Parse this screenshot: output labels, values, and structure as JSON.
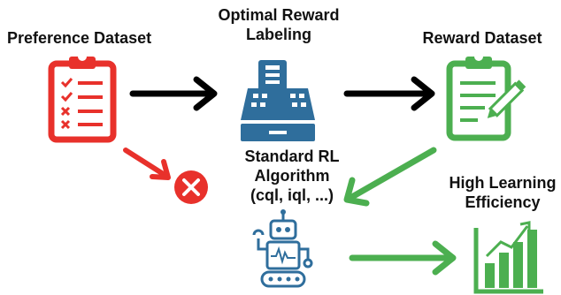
{
  "labels": {
    "preference_dataset": "Preference Dataset",
    "optimal_reward_labeling": [
      "Optimal Reward",
      "Labeling"
    ],
    "reward_dataset": "Reward Dataset",
    "standard_rl_algorithm": [
      "Standard RL",
      "Algorithm",
      "(cql, iql, ...)"
    ],
    "high_learning_efficiency": [
      "High Learning",
      "Efficiency"
    ]
  },
  "icons": {
    "preference_dataset": "clipboard-checklist-icon",
    "optimal_reward_labeling": "cash-register-icon",
    "reward_dataset": "clipboard-pencil-icon",
    "failure": "x-circle-icon",
    "algorithm": "robot-icon",
    "efficiency": "bar-chart-growth-icon"
  },
  "colors": {
    "red": "#e8312b",
    "blue": "#2f6e9c",
    "green": "#4caf50",
    "black": "#000000"
  }
}
